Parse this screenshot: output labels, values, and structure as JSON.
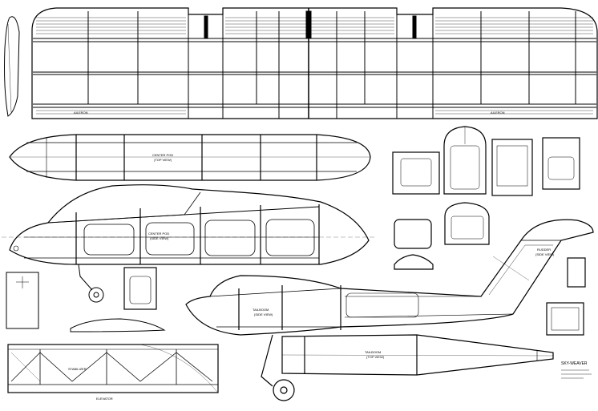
{
  "drawing": {
    "wing_label_left": "AILERON",
    "wing_label_right": "AILERON",
    "fuselage_top_label": "CENTER POD",
    "fuselage_top_sub": "(TOP VIEW)",
    "fuselage_side_label": "CENTER POD",
    "fuselage_side_sub": "(SIDE VIEW)",
    "tailboom_side_label": "TAILBOOM",
    "tailboom_side_sub": "(SIDE VIEW)",
    "tailboom_top_label": "TAILBOOM",
    "tailboom_top_sub": "(TOP VIEW)",
    "stabilizer_label": "STABILIZER",
    "elevator_label": "ELEVATOR",
    "rudder_label": "RUDDER",
    "rudder_sub": "(SIDE VIEW)",
    "title_block": "SKY-WEAVER"
  },
  "colors": {
    "line": "#000000",
    "paper": "#ffffff"
  }
}
